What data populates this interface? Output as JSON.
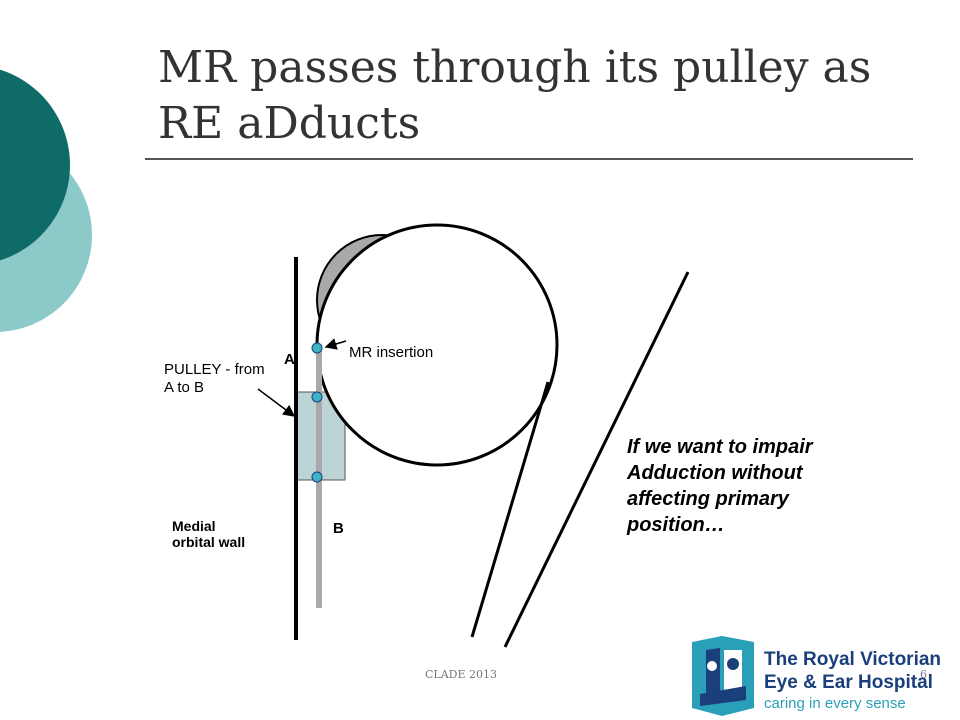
{
  "slide": {
    "title_line1": "MR passes through its pulley as",
    "title_line2": "RE aDducts"
  },
  "diagram": {
    "pulley_label": "PULLEY - from A to B",
    "insertion_label": "MR insertion",
    "point_a": "A",
    "point_b": "B",
    "medial_wall_label": "Medial orbital wall"
  },
  "note": "If we want to impair Adduction without affecting primary position…",
  "footer": {
    "text": "CLADE 2013",
    "page_number": "6"
  },
  "logo": {
    "name_line1": "The Royal Victorian",
    "name_line2": "Eye & Ear Hospital",
    "tagline": "caring in every sense"
  },
  "colors": {
    "decor_dark": "#0e6b68",
    "decor_light": "#8ccac9",
    "pulley_fill": "#bcd4d6",
    "muscle_gray": "#a9a9a9",
    "marker": "#3db3c3",
    "logo_blue": "#1b3f7a",
    "logo_teal": "#2a9fb8"
  }
}
